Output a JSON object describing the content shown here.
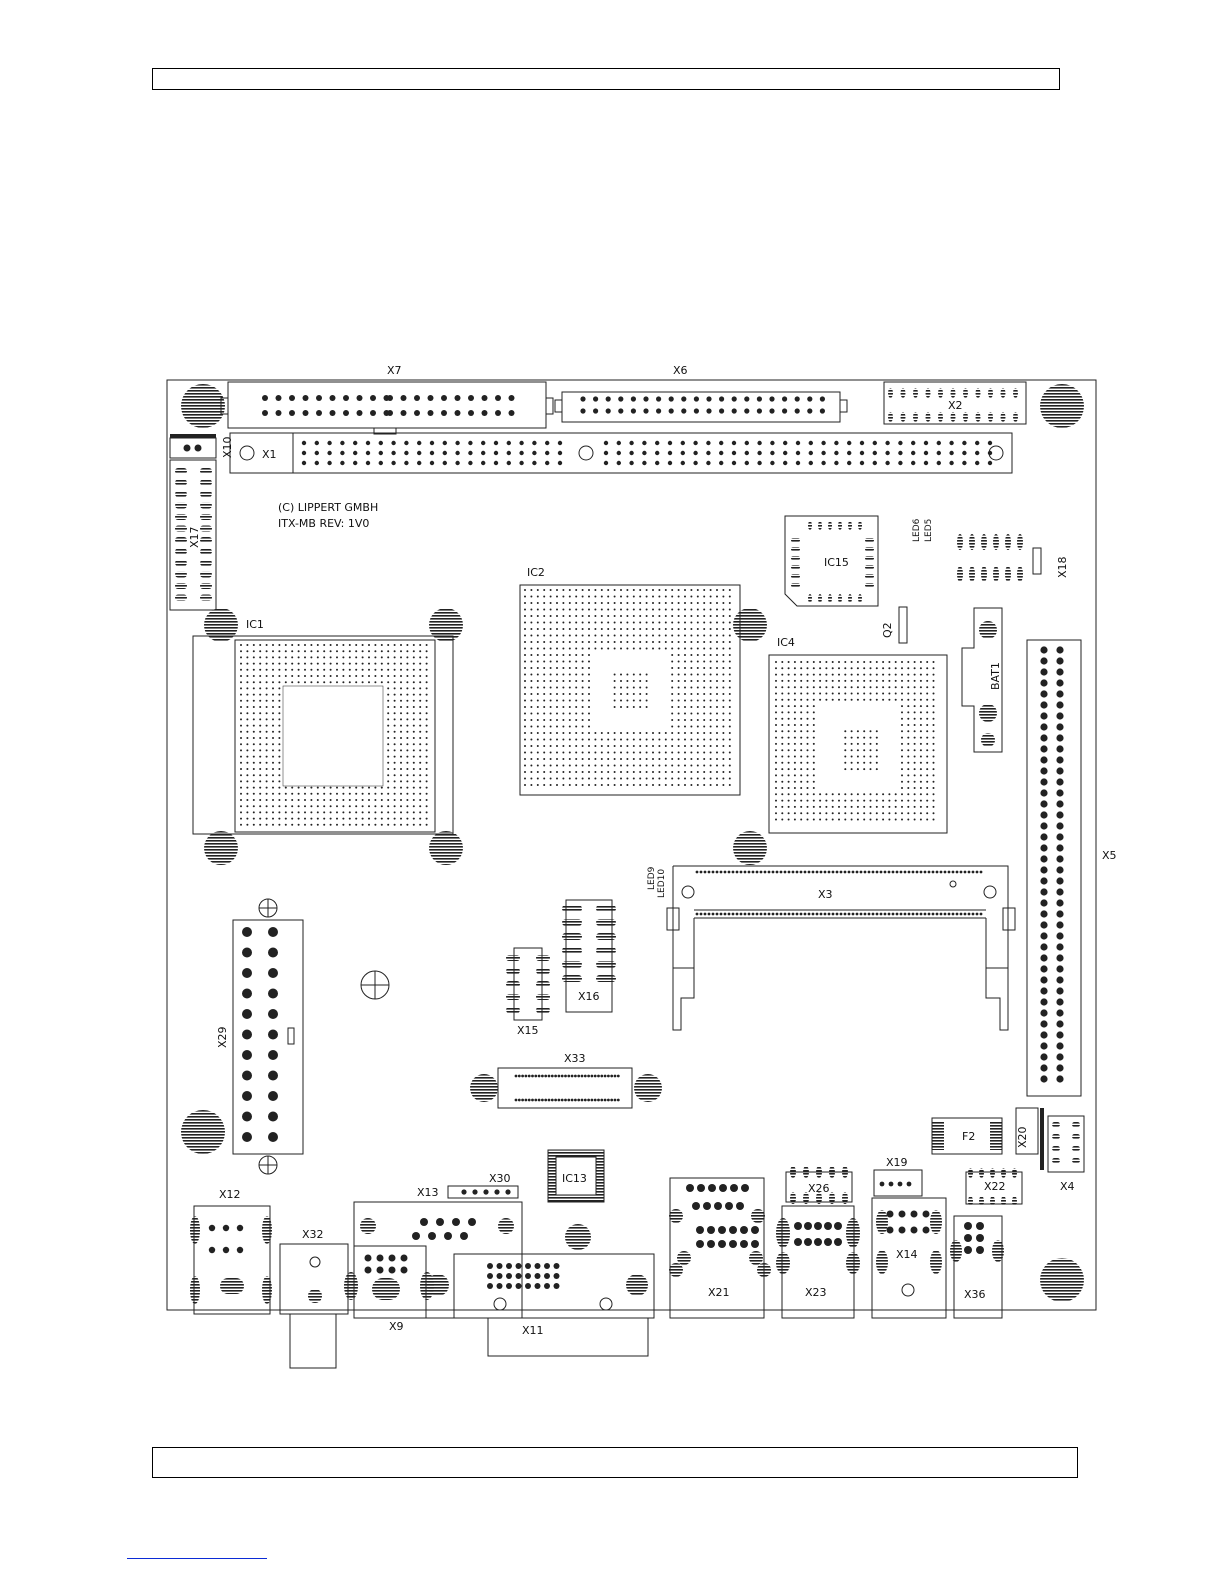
{
  "header": {
    "text": ""
  },
  "footer": {
    "text": ""
  },
  "board": {
    "copyright_line1": "(C) LIPPERT GMBH",
    "copyright_line2": "ITX-MB  REV: 1V0",
    "labels": {
      "X7": "X7",
      "X6": "X6",
      "X2": "X2",
      "X10": "X10",
      "X1": "X1",
      "X17": "X17",
      "IC1": "IC1",
      "IC2": "IC2",
      "IC15": "IC15",
      "IC4": "IC4",
      "LED6": "LED6",
      "LED5": "LED5",
      "X18": "X18",
      "Q2": "Q2",
      "BAT1": "BAT1",
      "X5": "X5",
      "LED9": "LED9",
      "LED10": "LED10",
      "X3": "X3",
      "X16": "X16",
      "X15": "X15",
      "X29": "X29",
      "X33": "X33",
      "F2": "F2",
      "X20": "X20",
      "IC13": "IC13",
      "X19": "X19",
      "X26": "X26",
      "X22": "X22",
      "X4": "X4",
      "X12": "X12",
      "X13": "X13",
      "X30": "X30",
      "X32": "X32",
      "X9": "X9",
      "X11": "X11",
      "X21": "X21",
      "X23": "X23",
      "X14": "X14",
      "X36": "X36"
    }
  },
  "colors": {
    "line": "#222222",
    "fill": "#222222",
    "link_underline": "#0b2bd6"
  }
}
